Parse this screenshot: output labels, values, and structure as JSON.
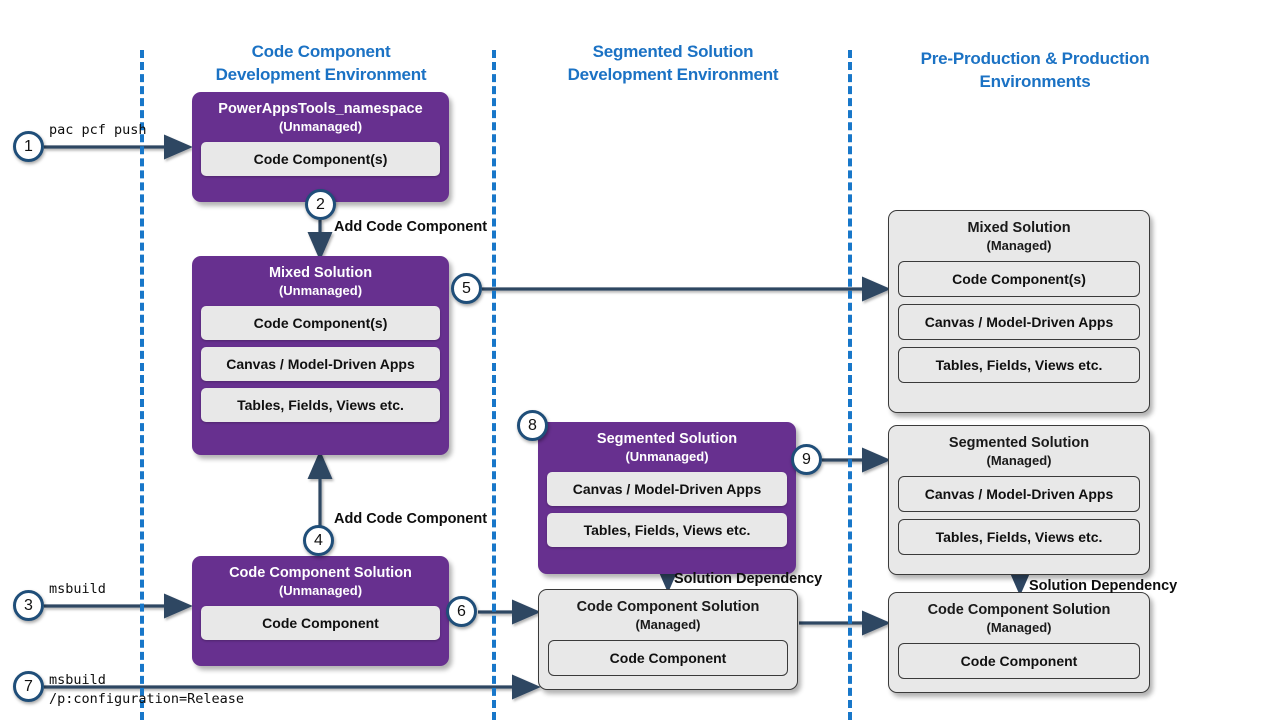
{
  "columns": [
    {
      "id": "code-component-dev",
      "line1": "Code Component",
      "line2": "Development Environment"
    },
    {
      "id": "segmented-solution-dev",
      "line1": "Segmented Solution",
      "line2": "Development Environment"
    },
    {
      "id": "pre-production-production",
      "line1": "Pre-Production & Production",
      "line2": "Environments"
    }
  ],
  "boxes": {
    "powerappstools": {
      "title": "PowerAppsTools_namespace",
      "subtitle": "(Unmanaged)",
      "items": [
        "Code Component(s)"
      ]
    },
    "mixed_unmanaged": {
      "title": "Mixed Solution",
      "subtitle": "(Unmanaged)",
      "items": [
        "Code Component(s)",
        "Canvas / Model-Driven Apps",
        "Tables, Fields, Views etc."
      ]
    },
    "mixed_managed": {
      "title": "Mixed Solution",
      "subtitle": "(Managed)",
      "items": [
        "Code Component(s)",
        "Canvas / Model-Driven Apps",
        "Tables, Fields, Views etc."
      ]
    },
    "segmented_unmanaged": {
      "title": "Segmented Solution",
      "subtitle": "(Unmanaged)",
      "items": [
        "Canvas / Model-Driven Apps",
        "Tables, Fields, Views etc."
      ]
    },
    "segmented_managed": {
      "title": "Segmented Solution",
      "subtitle": "(Managed)",
      "items": [
        "Canvas / Model-Driven Apps",
        "Tables, Fields, Views etc."
      ]
    },
    "codecomp_unmanaged": {
      "title": "Code Component Solution",
      "subtitle": "(Unmanaged)",
      "items": [
        "Code Component"
      ]
    },
    "codecomp_managed_mid": {
      "title": "Code Component Solution",
      "subtitle": "(Managed)",
      "items": [
        "Code Component"
      ]
    },
    "codecomp_managed_right": {
      "title": "Code Component Solution",
      "subtitle": "(Managed)",
      "items": [
        "Code Component"
      ]
    }
  },
  "steps": [
    {
      "n": "1"
    },
    {
      "n": "2"
    },
    {
      "n": "3"
    },
    {
      "n": "4"
    },
    {
      "n": "5"
    },
    {
      "n": "6"
    },
    {
      "n": "7"
    },
    {
      "n": "8"
    },
    {
      "n": "9"
    }
  ],
  "labels": {
    "pac_pcf_push": "pac pcf push",
    "msbuild": "msbuild",
    "msbuild_release_line1": "msbuild",
    "msbuild_release_line2": "/p:configuration=Release",
    "add_code_component_top": "Add Code Component",
    "add_code_component_bottom": "Add Code Component",
    "solution_dependency_mid": "Solution Dependency",
    "solution_dependency_right": "Solution Dependency"
  },
  "colors": {
    "accent_blue": "#1877C9",
    "header_blue": "#1B72C4",
    "purple": "#67308F",
    "grey_box": "#E8E8E8",
    "arrow_navy": "#2E4662",
    "circle_border": "#1F4E79"
  }
}
